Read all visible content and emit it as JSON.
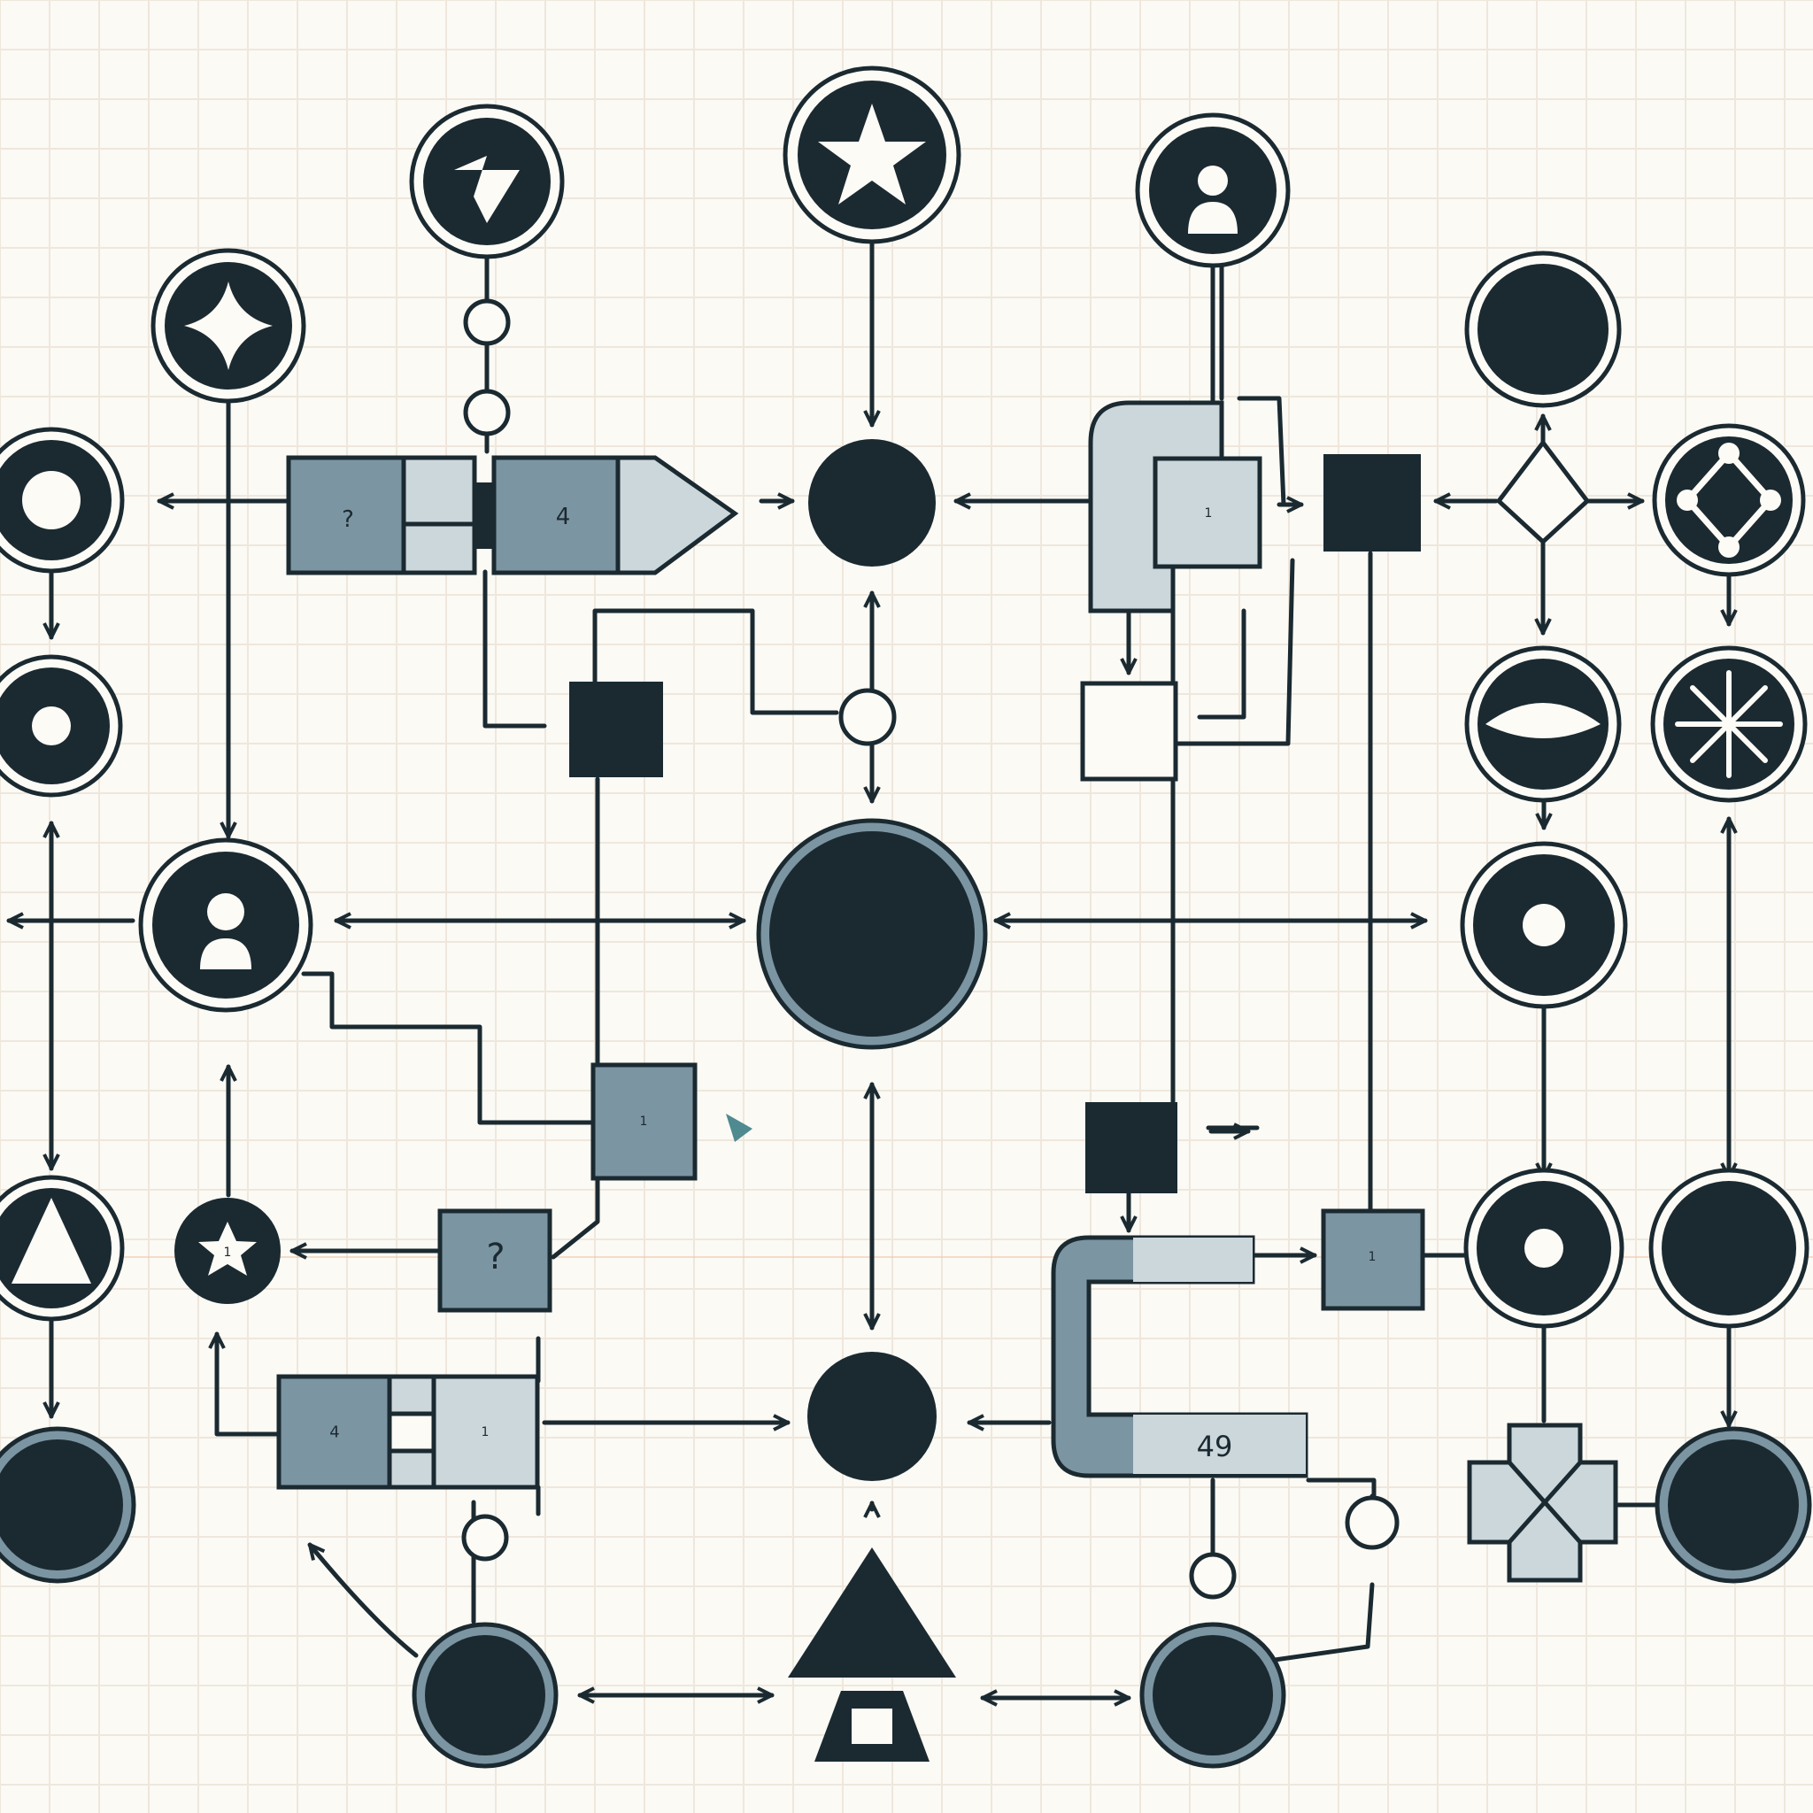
{
  "colors": {
    "background": "#fbfaf5",
    "ink": "#1b2a31",
    "slate": "#7c95a2",
    "pale_slate": "#cbd7db",
    "grid_minor": "#efe7dc",
    "grid_major": "#f0c4a8"
  },
  "labels": {
    "top_left_box_a": "?",
    "top_left_box_b": "4",
    "top_right_box": "1",
    "center_box": "1",
    "question_box": "?",
    "right_box": "1",
    "bottom_left_box_a": "4",
    "bottom_left_box_b": "1",
    "c_shape_value": "49",
    "small_star": "1"
  },
  "icons": [
    "triangle-down-icon",
    "star-icon",
    "user-icon",
    "four-point-star-icon",
    "ring-icon",
    "diamond-node-icon",
    "snowflake-icon",
    "triangle-icon",
    "cross-icon",
    "lens-icon"
  ]
}
